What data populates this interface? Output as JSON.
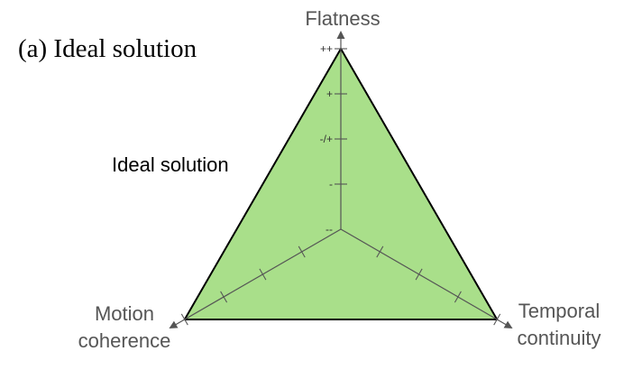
{
  "panel_title": "(a) Ideal solution",
  "colors": {
    "fill": "#a9df8a",
    "outline": "#000000",
    "axis": "#555555"
  },
  "chart_data": {
    "type": "radar",
    "axes": [
      {
        "key": "flatness",
        "lines": [
          "Flatness"
        ]
      },
      {
        "key": "temporal_continuity",
        "lines": [
          "Temporal",
          "continuity"
        ]
      },
      {
        "key": "motion_coherence",
        "lines": [
          "Motion",
          "coherence"
        ]
      }
    ],
    "levels": [
      "--",
      "-",
      "-/+",
      "+",
      "++"
    ],
    "tick_labels_on_axis": "flatness",
    "series": [
      {
        "name": "Ideal solution",
        "values": {
          "flatness": "++",
          "temporal_continuity": "++",
          "motion_coherence": "++"
        }
      }
    ]
  }
}
